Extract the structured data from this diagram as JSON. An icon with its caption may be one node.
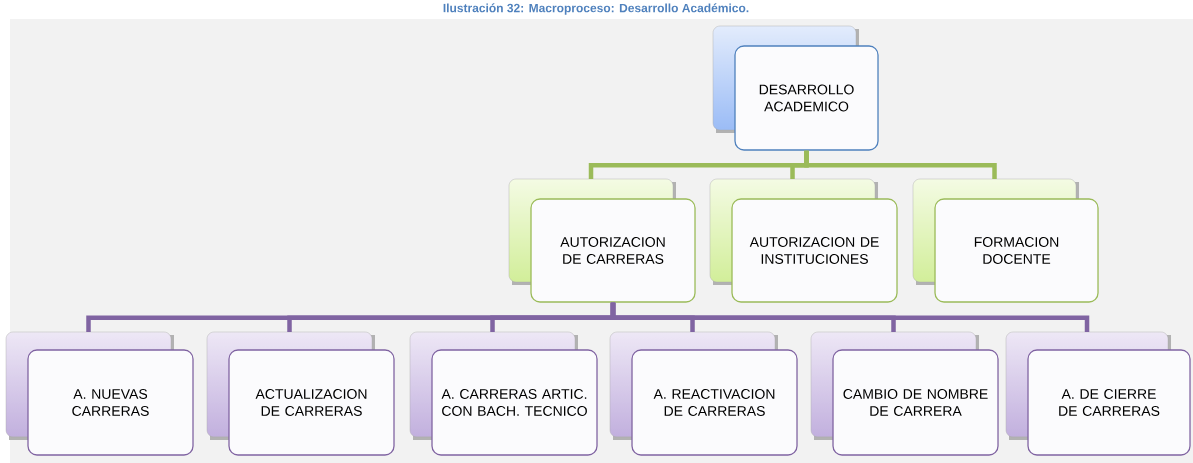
{
  "diagram": {
    "title": "Ilustración 32: Macroproceso: Desarrollo Académico.",
    "nodes": [
      {
        "text": [
          "DESARROLLO ACADEMICO"
        ]
      },
      {
        "text": [
          "AUTORIZACION DE CARRERAS"
        ]
      },
      {
        "text": [
          "AUTORIZACION DE INSTITUCIONES"
        ]
      },
      {
        "text": [
          "FORMACION DOCENTE"
        ]
      },
      {
        "text": [
          "A. NUEVAS CARRERAS"
        ]
      },
      {
        "text": [
          "ACTUALIZACION DE CARRERAS"
        ]
      },
      {
        "text": [
          "A. CARRERAS ARTIC. CON BACH. TECNICO"
        ]
      },
      {
        "text": [
          "A. REACTIVACION DE CARRERAS"
        ]
      },
      {
        "text": [
          "CAMBIO DE NOMBRE DE CARRERA"
        ]
      },
      {
        "text": [
          "A. DE CIERRE DE CARRERAS"
        ]
      }
    ],
    "edges": [
      {
        "from": 0,
        "to": 1,
        "arrow": "none",
        "color": "#9bbb59"
      },
      {
        "from": 0,
        "to": 2,
        "arrow": "none",
        "color": "#9bbb59"
      },
      {
        "from": 0,
        "to": 3,
        "arrow": "none",
        "color": "#9bbb59"
      },
      {
        "from": 1,
        "to": 4,
        "arrow": "none"
      },
      {
        "from": 1,
        "to": 5,
        "arrow": "none"
      },
      {
        "from": 1,
        "to": 6,
        "arrow": "none"
      },
      {
        "from": 1,
        "to": 7,
        "arrow": "none"
      },
      {
        "from": 1,
        "to": 8,
        "arrow": "none"
      },
      {
        "from": 1,
        "to": 9,
        "arrow": "none"
      }
    ]
  }
}
